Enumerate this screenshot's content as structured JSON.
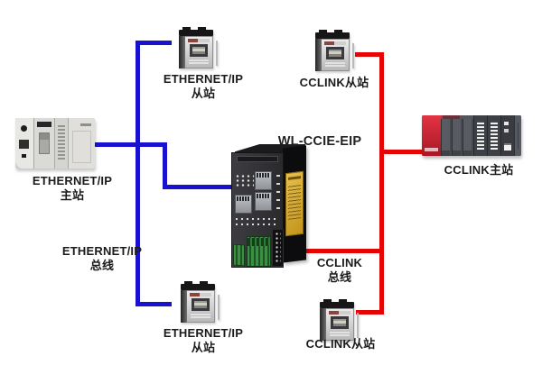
{
  "diagram": {
    "gateway": {
      "title": "WL-CCIE-EIP"
    },
    "nodes": {
      "eip_master": {
        "line1": "ETHERNET/IP",
        "line2": "主站"
      },
      "eip_slave_top": {
        "line1": "ETHERNET/IP",
        "line2": "从站"
      },
      "eip_slave_bottom": {
        "line1": "ETHERNET/IP",
        "line2": "从站"
      },
      "cclink_master": {
        "label": "CCLINK主站"
      },
      "cclink_slave_top": {
        "label": "CCLINK从站"
      },
      "cclink_slave_bottom": {
        "label": "CCLINK从站"
      }
    },
    "buses": {
      "eip": {
        "line1": "ETHERNET/IP",
        "line2": "总线",
        "color": "#1812cf"
      },
      "cclink": {
        "line1": "CCLINK",
        "line2": "总线",
        "color": "#e60505"
      }
    }
  }
}
